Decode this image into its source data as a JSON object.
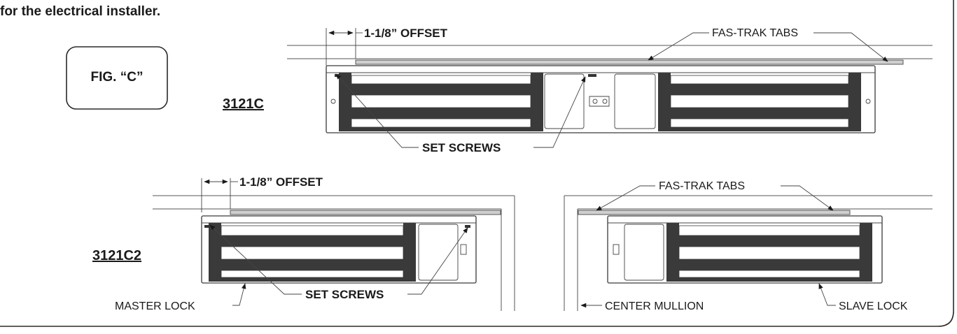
{
  "header_text": "for the electrical installer.",
  "figure_label": "FIG. “C”",
  "top": {
    "model": "3121C",
    "offset_label": "1-1/8” OFFSET",
    "fas_trak_label": "FAS-TRAK TABS",
    "set_screws_label": "SET SCREWS"
  },
  "bottom_left": {
    "model": "3121C2",
    "offset_label": "1-1/8” OFFSET",
    "set_screws_label": "SET SCREWS",
    "master_lock_label": "MASTER LOCK"
  },
  "bottom_right": {
    "fas_trak_label": "FAS-TRAK TABS",
    "center_mullion_label": "CENTER MULLION",
    "slave_lock_label": "SLAVE LOCK"
  },
  "colors": {
    "line": "#2a2a2a",
    "bar": "#3a3a3a",
    "tab": "#cfcfcf"
  }
}
